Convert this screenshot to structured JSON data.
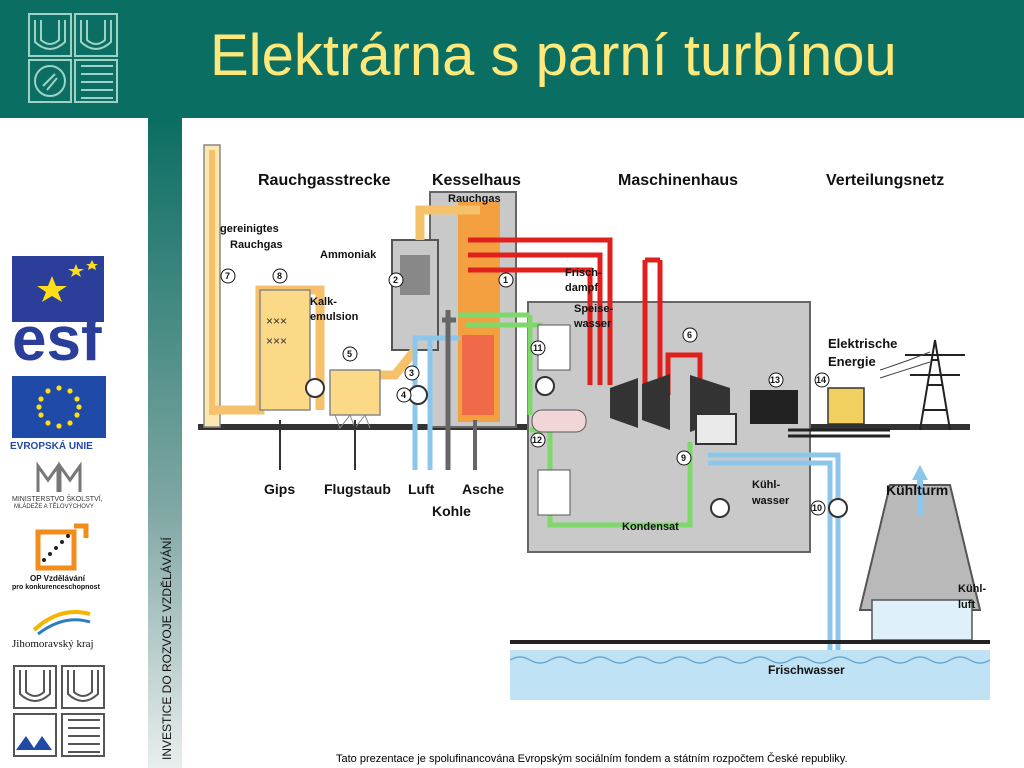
{
  "slide": {
    "title": "Elektrárna s parní turbínou",
    "vertical_text": "INVESTICE DO ROZVOJE VZDĚLÁVÁNÍ",
    "footer": "Tato prezentace je spolufinancována Evropským sociálním fondem a státním rozpočtem České republiky."
  },
  "logos": {
    "esf": "esf",
    "eu": "EVROPSKÁ UNIE",
    "msmt_line1": "MINISTERSTVO ŠKOLSTVÍ,",
    "msmt_line2": "MLÁDEŽE A TĚLOVÝCHOVY",
    "op_line1": "OP Vzdělávání",
    "op_line2": "pro konkurenceschopnost",
    "kraj": "Jihomoravský kraj"
  },
  "diagram": {
    "sections": {
      "rauchgasstrecke": "Rauchgasstrecke",
      "kesselhaus": "Kesselhaus",
      "maschinenhaus": "Maschinenhaus",
      "verteilungsnetz": "Verteilungsnetz"
    },
    "labels": {
      "gereinigtes": "gereinigtes",
      "rauchgas_clean": "Rauchgas",
      "ammoniak": "Ammoniak",
      "kalk1": "Kalk-",
      "kalk2": "emulsion",
      "rauchgas_top": "Rauchgas",
      "frisch1": "Frisch-",
      "frisch2": "dampf",
      "speise1": "Speise-",
      "speise2": "wasser",
      "elektr1": "Elektrische",
      "elektr2": "Energie",
      "kuehlwasser1": "Kühl-",
      "kuehlwasser2": "wasser",
      "kondensat": "Kondensat",
      "kuehlturm": "Kühlturm",
      "kuehlluft1": "Kühl-",
      "kuehlluft2": "luft",
      "frischwasser": "Frischwasser",
      "gips": "Gips",
      "flugstaub": "Flugstaub",
      "luft": "Luft",
      "asche": "Asche",
      "kohle": "Kohle"
    },
    "numbers": [
      "1",
      "2",
      "3",
      "4",
      "5",
      "6",
      "7",
      "8",
      "9",
      "10",
      "11",
      "12",
      "13",
      "14"
    ]
  },
  "colors": {
    "header": "#0b6e62",
    "title": "#ffe87a",
    "steam": "#e0201c",
    "water": "#7fd86a",
    "cooling": "#8cc6ea",
    "flue": "#f5c26b",
    "building": "#c9c9c9"
  }
}
